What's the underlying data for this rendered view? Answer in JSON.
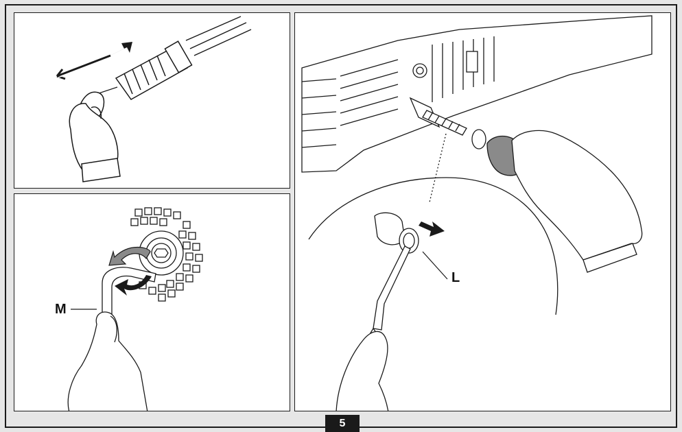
{
  "callouts": {
    "m": "M",
    "l": "L"
  },
  "page_number": "5",
  "colors": {
    "frame_bg": "#e6e6e6",
    "panel_bg": "#ffffff",
    "line": "#1a1a1a",
    "part_shade": "#8a8a8a"
  },
  "icons": {
    "direction_arrows": "double-arrow-icon",
    "rotation_arrows": "rotate-arrow-icon",
    "pull_arrow": "arrow-right-icon"
  }
}
